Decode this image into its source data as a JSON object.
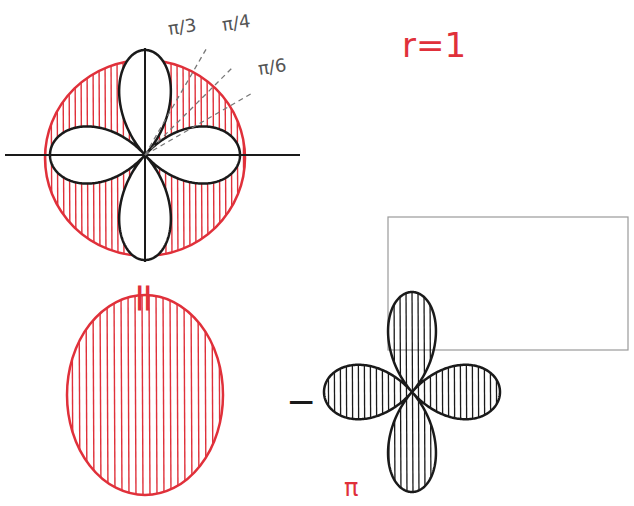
{
  "diagram": {
    "labels": [
      "π/3",
      "π/4",
      "π/6",
      "r=1",
      "=",
      "−",
      "π"
    ]
  }
}
